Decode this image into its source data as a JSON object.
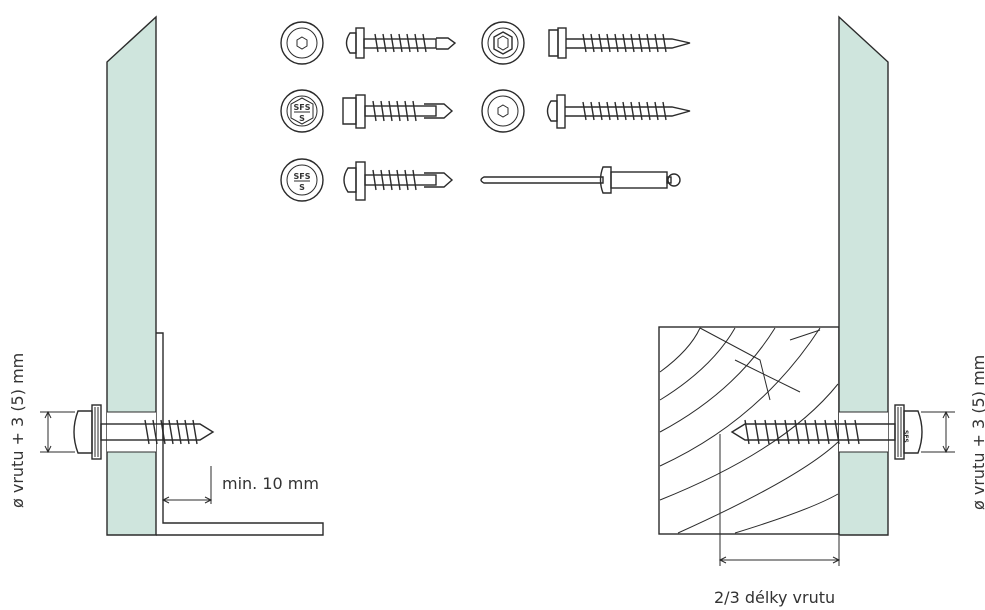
{
  "labels": {
    "left_dimension": "ø vrutu + 3 (5) mm",
    "right_dimension": "ø vrutu + 3 (5) mm",
    "min_distance": "min. 10 mm",
    "screw_length": "2/3 délky vrutu"
  },
  "fastener_icons": {
    "sfs_top": "SFS",
    "sfs_bottom": "S"
  },
  "colors": {
    "panel_fill": "#cfe5dd",
    "line": "#2b2b2b",
    "text": "#333333"
  }
}
